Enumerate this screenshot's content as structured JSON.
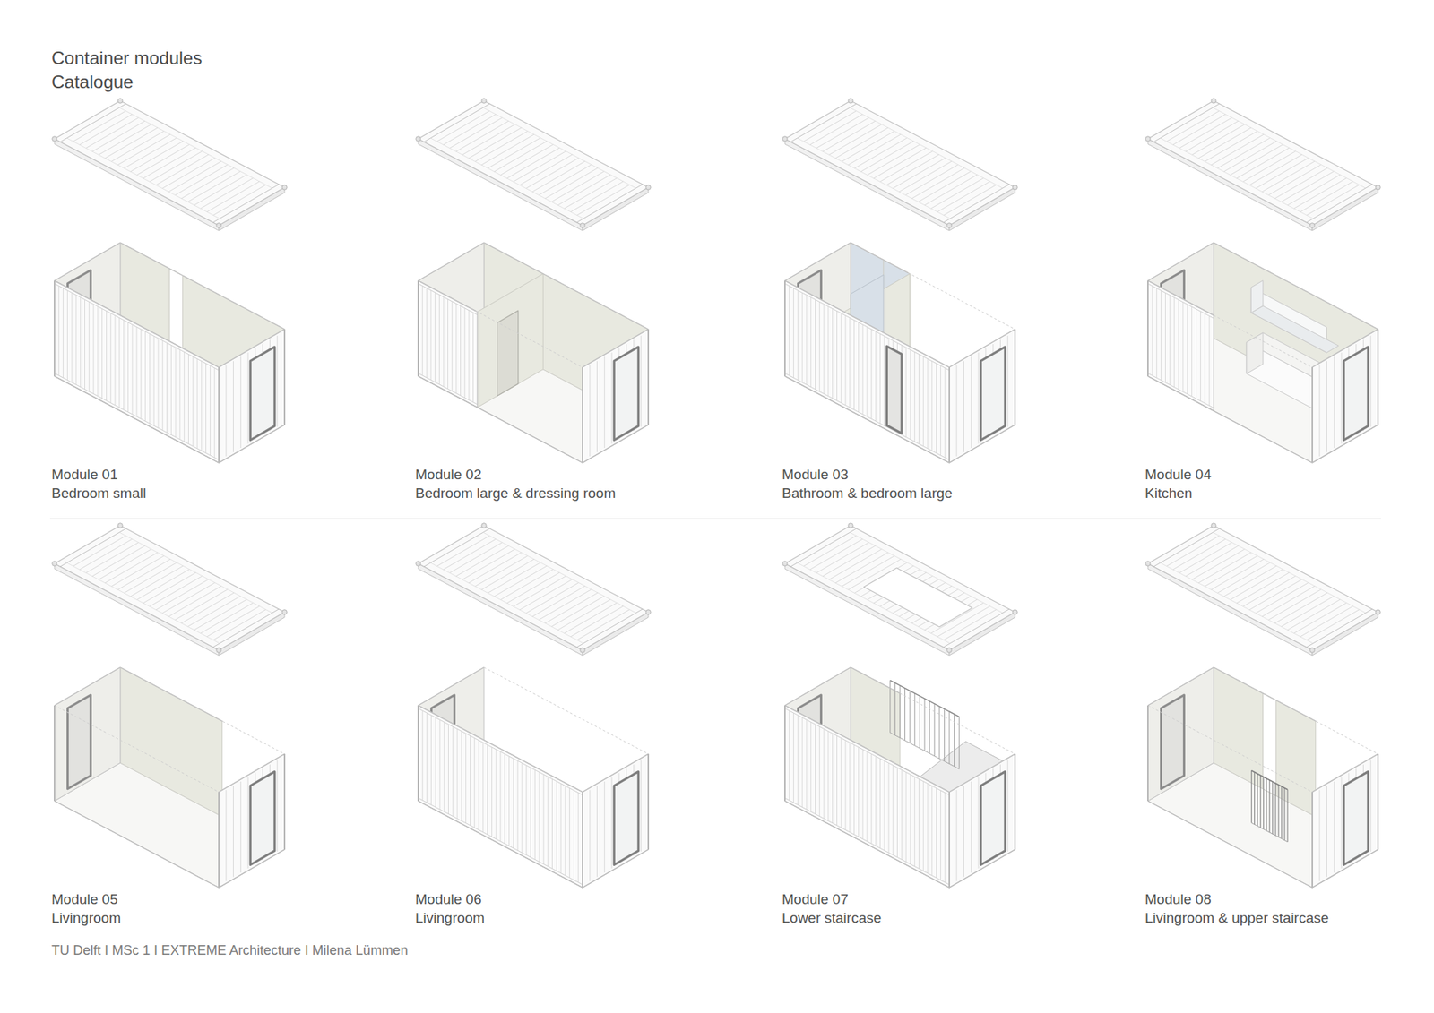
{
  "diagram": {
    "title": "Container modules Catalogue",
    "caption": "TU Delft I MSc 1 I EXTREME Architecture I Milena Lümmen",
    "labels": [
      "Module 01",
      "Bedroom small",
      "Module 02",
      "Bedroom large & dressing room",
      "Module 03",
      "Bathroom & bedroom large",
      "Module 04",
      "Kitchen",
      "Module 05",
      "Livingroom",
      "Module 06",
      "Livingroom",
      "Module 07",
      "Lower staircase",
      "Module 08",
      "Livingroom & upper staircase"
    ]
  }
}
